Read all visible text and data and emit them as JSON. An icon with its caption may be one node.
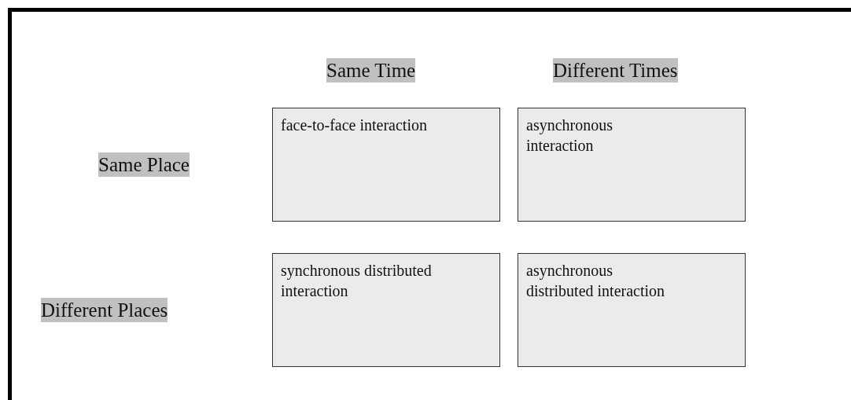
{
  "diagram": {
    "nodes": [
      {
        "text": [
          "face-to-face interaction"
        ]
      },
      {
        "text": [
          "asynchronous interaction"
        ]
      },
      {
        "text": [
          "synchronous distributed interaction"
        ]
      },
      {
        "text": [
          "asynchronous distributed interaction"
        ]
      }
    ],
    "labels": [
      "Same Time",
      "Different Times",
      "Same Place",
      "Different Places"
    ]
  }
}
